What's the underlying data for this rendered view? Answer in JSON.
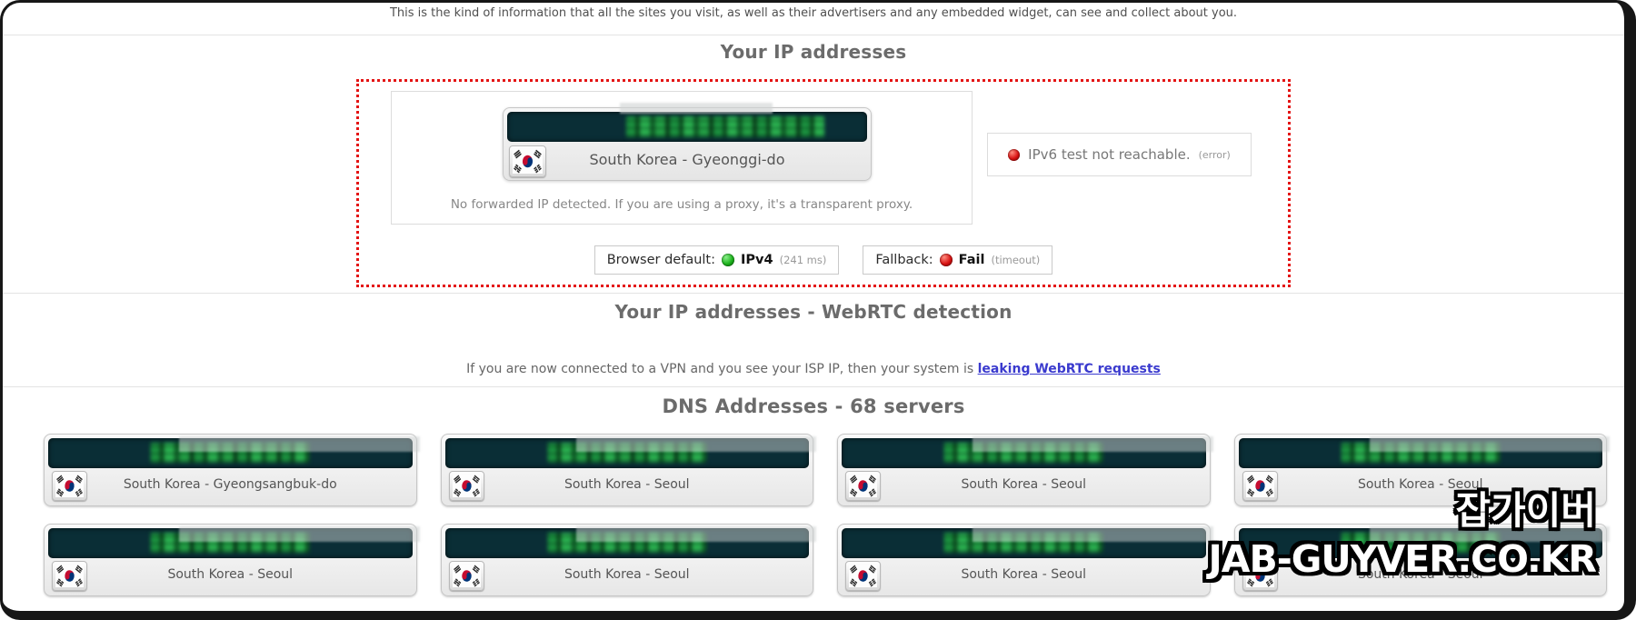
{
  "page": {
    "top_note": "This is the kind of information that all the sites you visit, as well as their advertisers and any embedded widget, can see and collect about you."
  },
  "ip_section": {
    "title": "Your IP addresses",
    "main_ip": {
      "location": "South Korea - Gyeonggi-do",
      "ip_obscured": true,
      "flag_icon": "south-korea-flag-icon"
    },
    "forwarded_note": "No forwarded IP detected. If you are using a proxy, it's a transparent proxy.",
    "ipv6_status": {
      "text": "IPv6 test not reachable.",
      "detail": "(error)",
      "status_icon": "red-led-icon"
    },
    "badges": [
      {
        "label": "Browser default:",
        "value": "IPv4",
        "detail": "(241 ms)",
        "status_icon": "green-led-icon"
      },
      {
        "label": "Fallback:",
        "value": "Fail",
        "detail": "(timeout)",
        "status_icon": "red-led-icon"
      }
    ]
  },
  "webrtc_section": {
    "title": "Your IP addresses - WebRTC detection",
    "note_prefix": "If you are now connected to a VPN and you see your ISP IP, then your system is ",
    "link_text": "leaking WebRTC requests"
  },
  "dns_section": {
    "title": "DNS Addresses - 68 servers",
    "servers": [
      {
        "location": "South Korea - Gyeongsangbuk-do",
        "ip_obscured": true,
        "flag_icon": "south-korea-flag-icon"
      },
      {
        "location": "South Korea - Seoul",
        "ip_obscured": true,
        "flag_icon": "south-korea-flag-icon"
      },
      {
        "location": "South Korea - Seoul",
        "ip_obscured": true,
        "flag_icon": "south-korea-flag-icon"
      },
      {
        "location": "South Korea - Seoul",
        "ip_obscured": true,
        "flag_icon": "south-korea-flag-icon"
      },
      {
        "location": "South Korea - Seoul",
        "ip_obscured": true,
        "flag_icon": "south-korea-flag-icon"
      },
      {
        "location": "South Korea - Seoul",
        "ip_obscured": true,
        "flag_icon": "south-korea-flag-icon"
      },
      {
        "location": "South Korea - Seoul",
        "ip_obscured": true,
        "flag_icon": "south-korea-flag-icon"
      },
      {
        "location": "South Korea - Seoul",
        "ip_obscured": true,
        "flag_icon": "south-korea-flag-icon"
      }
    ]
  },
  "watermark": {
    "line1": "잡가이버",
    "line2": "JAB-GUYVER.CO.KR"
  },
  "colors": {
    "attention_border": "#e41414",
    "ip_bar_background": "#0a2e36",
    "ip_text_green": "#27ab4b",
    "led_green": "#1db31d",
    "led_red": "#d81212",
    "link_blue": "#3a3ace",
    "heading_gray": "#6b6b6b"
  }
}
